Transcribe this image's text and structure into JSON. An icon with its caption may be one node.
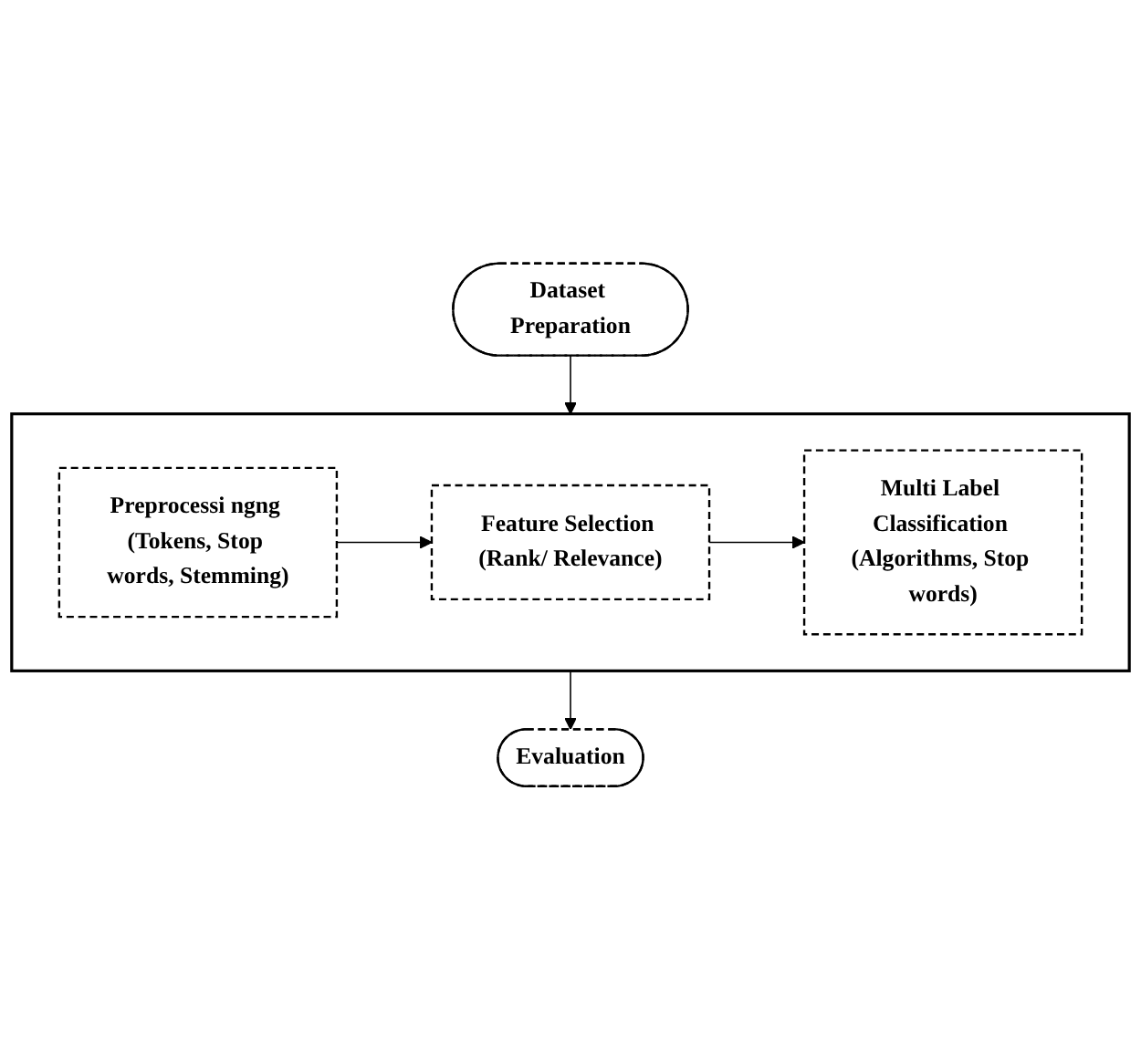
{
  "diagram": {
    "nodes": [
      {
        "text": [
          "Dataset Preparation"
        ]
      },
      {
        "text": [],
        "shape": "box"
      },
      {
        "text": [
          "Preprocessi ngng (Tokens, Stop words, Stemming)"
        ],
        "in": 1
      },
      {
        "text": [
          "Feature Selection (Rank/ Relevance)"
        ],
        "in": 1
      },
      {
        "text": [
          "Multi Label Classification (Algorithms, Stop words)"
        ],
        "in": 1
      },
      {
        "text": [
          "Evaluation"
        ]
      }
    ],
    "edges": [
      {
        "from": 0,
        "to": 1,
        "arrow": "to"
      },
      {
        "from": 2,
        "to": 3,
        "arrow": "to"
      },
      {
        "from": 3,
        "to": 4,
        "arrow": "to"
      },
      {
        "from": 1,
        "to": 5,
        "arrow": "to"
      }
    ]
  }
}
